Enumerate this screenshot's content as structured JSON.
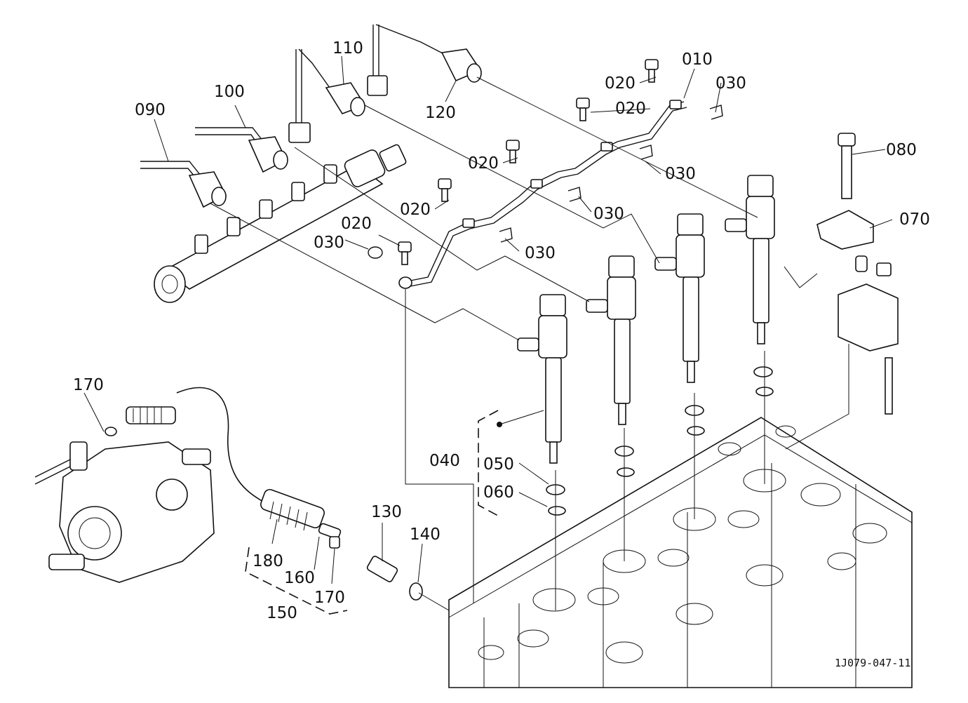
{
  "figure_code": "1J079-047-11",
  "callouts": {
    "c010": "010",
    "c020a": "020",
    "c020b": "020",
    "c020c": "020",
    "c020d": "020",
    "c020e": "020",
    "c030a": "030",
    "c030b": "030",
    "c030c": "030",
    "c030d": "030",
    "c030e": "030",
    "c040": "040",
    "c050": "050",
    "c060": "060",
    "c070": "070",
    "c080": "080",
    "c090": "090",
    "c100": "100",
    "c110": "110",
    "c120": "120",
    "c130": "130",
    "c140": "140",
    "c150": "150",
    "c160": "160",
    "c170a": "170",
    "c170b": "170",
    "c180": "180"
  }
}
